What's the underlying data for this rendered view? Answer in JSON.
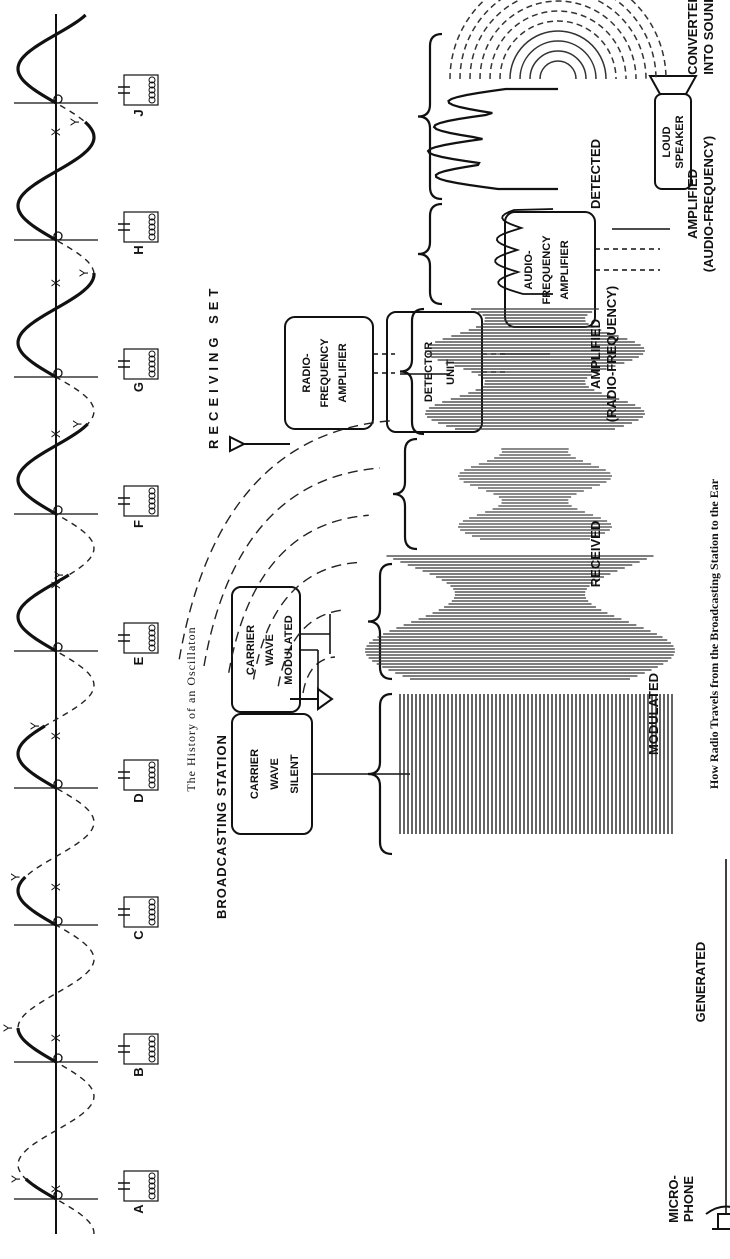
{
  "figure_caption_top": "The History of an Oscillaton",
  "figure_caption_bottom": "How Radio Travels from the Broadcasting Station to the Ear",
  "oscillation_stages": [
    "A",
    "B",
    "C",
    "D",
    "E",
    "F",
    "G",
    "H",
    "J"
  ],
  "broadcasting": {
    "title": "BROADCASTING STATION",
    "block_silent": [
      "CARRIER",
      "WAVE",
      "SILENT"
    ],
    "block_modulated": [
      "CARRIER",
      "WAVE",
      "MODULATED"
    ]
  },
  "receiving": {
    "title": "RECEIVING SET",
    "block_rf": [
      "RADIO-",
      "FREQUENCY",
      "AMPLIFIER"
    ],
    "block_detector": [
      "DETECTOR",
      "UNIT"
    ],
    "block_af": [
      "AUDIO-",
      "FREQUENCY",
      "AMPLIFIER"
    ],
    "block_speaker": [
      "LOUD",
      "SPEAKER"
    ]
  },
  "microphone_label": [
    "MICRO-",
    "PHONE"
  ],
  "stage_labels": {
    "generated": "GENERATED",
    "modulated": "MODULATED",
    "received": "RECEIVED",
    "amplified_rf": [
      "AMPLIFIED",
      "(RADIO-FREQUENCY)"
    ],
    "detected": "DETECTED",
    "amplified_af": [
      "AMPLIFIED",
      "(AUDIO-FREQUENCY)"
    ],
    "sound": [
      "CONVERTED",
      "INTO SOUND"
    ]
  }
}
